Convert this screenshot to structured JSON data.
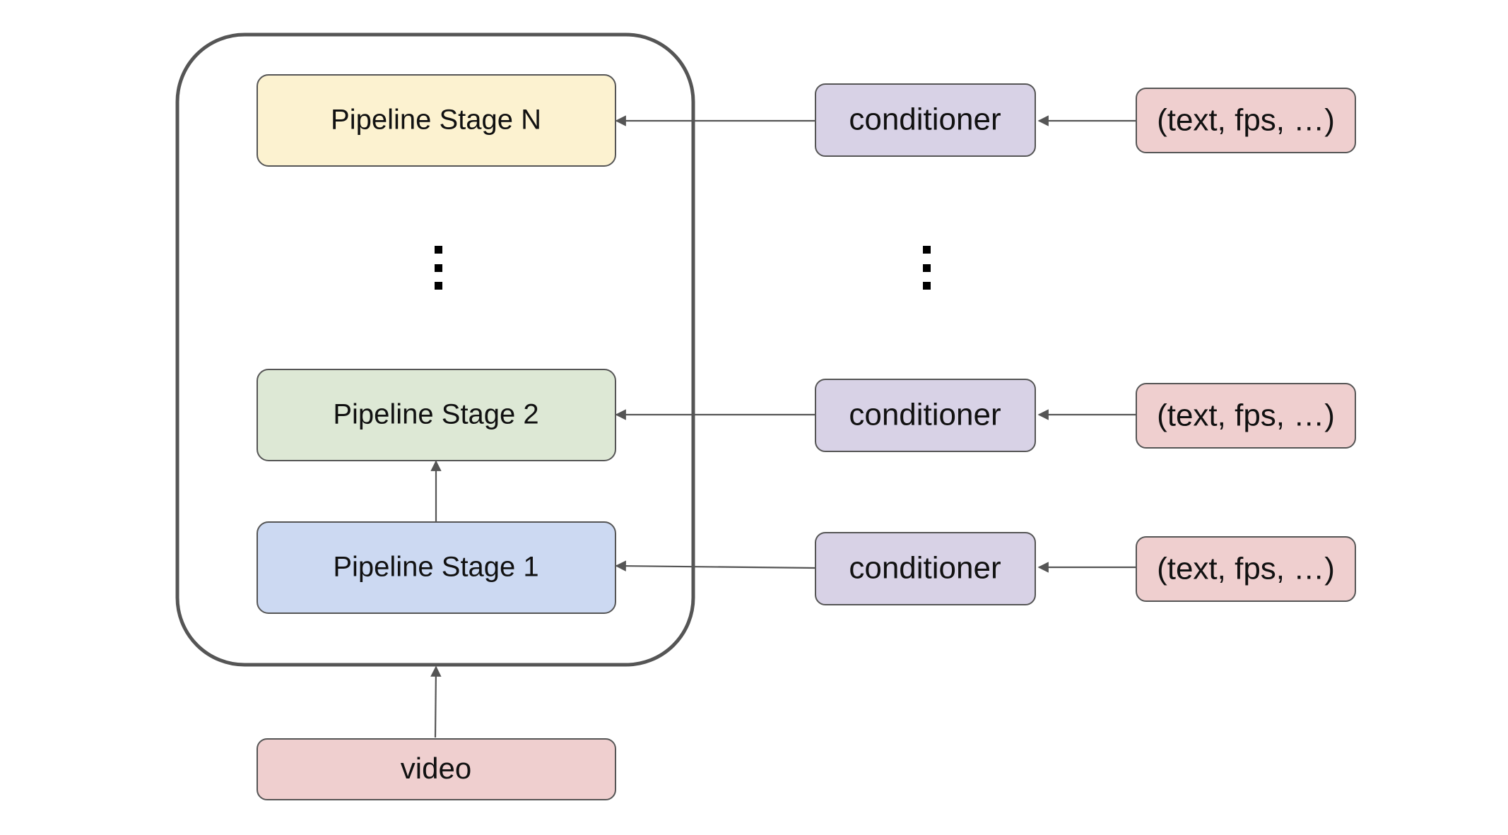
{
  "stages": [
    {
      "label": "Pipeline Stage N",
      "color": "#fcf2d0"
    },
    {
      "label": "Pipeline Stage 2",
      "color": "#dde8d5"
    },
    {
      "label": "Pipeline Stage 1",
      "color": "#ccd9f2"
    }
  ],
  "conditioners": [
    {
      "label": "conditioner",
      "color": "#d8d2e6"
    },
    {
      "label": "conditioner",
      "color": "#d8d2e6"
    },
    {
      "label": "conditioner",
      "color": "#d8d2e6"
    }
  ],
  "inputs": [
    {
      "label": "(text, fps, …)",
      "color": "#efcfcf"
    },
    {
      "label": "(text, fps, …)",
      "color": "#efcfcf"
    },
    {
      "label": "(text, fps, …)",
      "color": "#efcfcf"
    }
  ],
  "video": {
    "label": "video",
    "color": "#efcfcf"
  },
  "colors": {
    "stroke": "#555555",
    "container_stroke": "#555555",
    "dots": "#000000"
  }
}
